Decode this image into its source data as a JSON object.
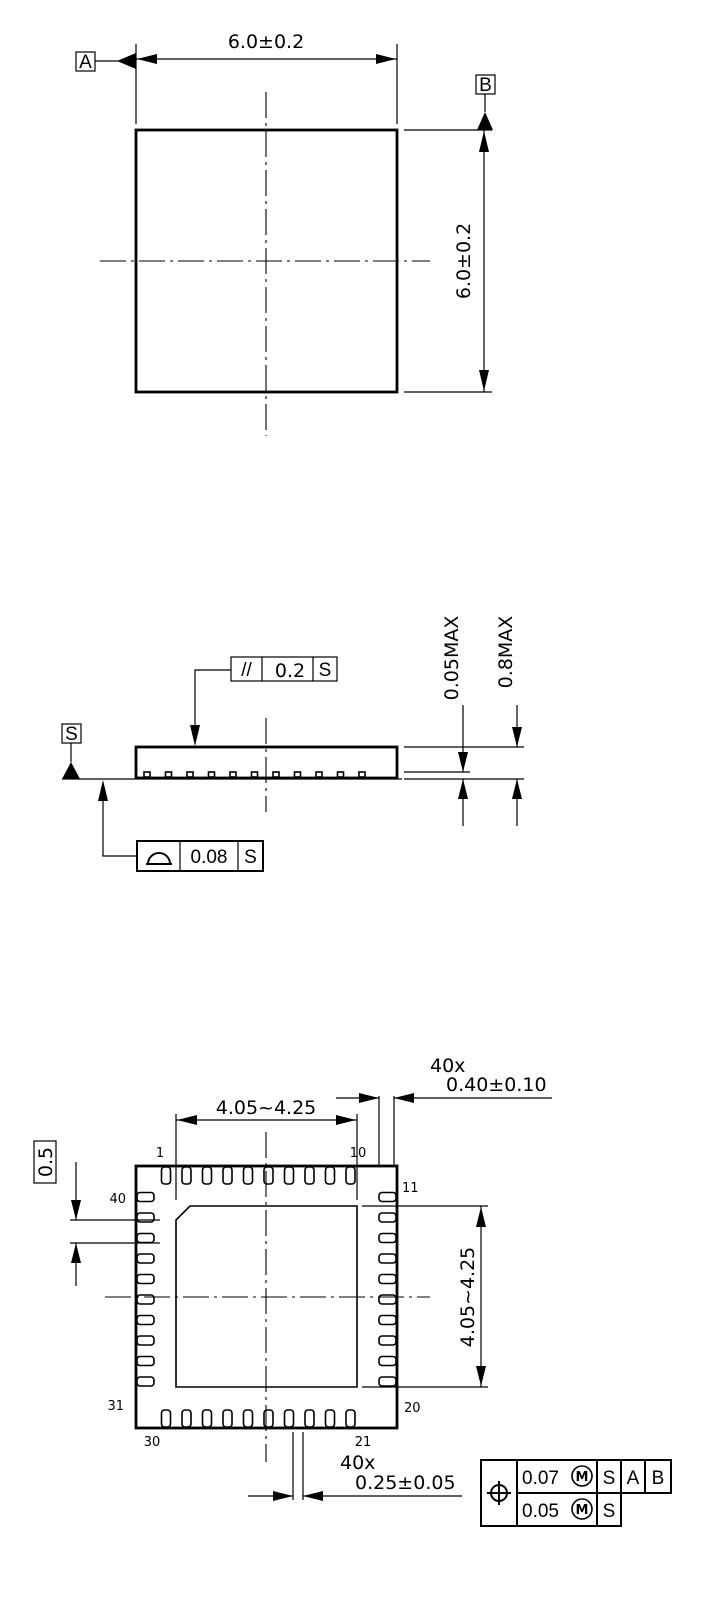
{
  "top_view": {
    "datum_a": "A",
    "datum_b": "B",
    "width_dim": "6.0±0.2",
    "height_dim": "6.0±0.2"
  },
  "side_view": {
    "datum_s": "S",
    "parallelism": {
      "symbol": "//",
      "tolerance": "0.2",
      "datum": "S"
    },
    "coplanarity": {
      "tolerance": "0.08",
      "datum": "S"
    },
    "standoff_dim": "0.05MAX",
    "height_dim": "0.8MAX"
  },
  "bottom_view": {
    "lead_count_label": "40x",
    "lead_width_dim": "0.40±0.10",
    "pad_width_dim": "4.05~4.25",
    "pad_height_dim": "4.05~4.25",
    "pitch_dim": "0.5",
    "lead_length_count": "40x",
    "lead_length_dim": "0.25±0.05",
    "pin_labels": {
      "p1": "1",
      "p10": "10",
      "p11": "11",
      "p20": "20",
      "p21": "21",
      "p30": "30",
      "p31": "31",
      "p40": "40"
    },
    "position_tolerance": {
      "row1": {
        "tolerance": "0.07",
        "datums": [
          "S",
          "A",
          "B"
        ]
      },
      "row2": {
        "tolerance": "0.05",
        "datums": [
          "S"
        ]
      }
    }
  }
}
